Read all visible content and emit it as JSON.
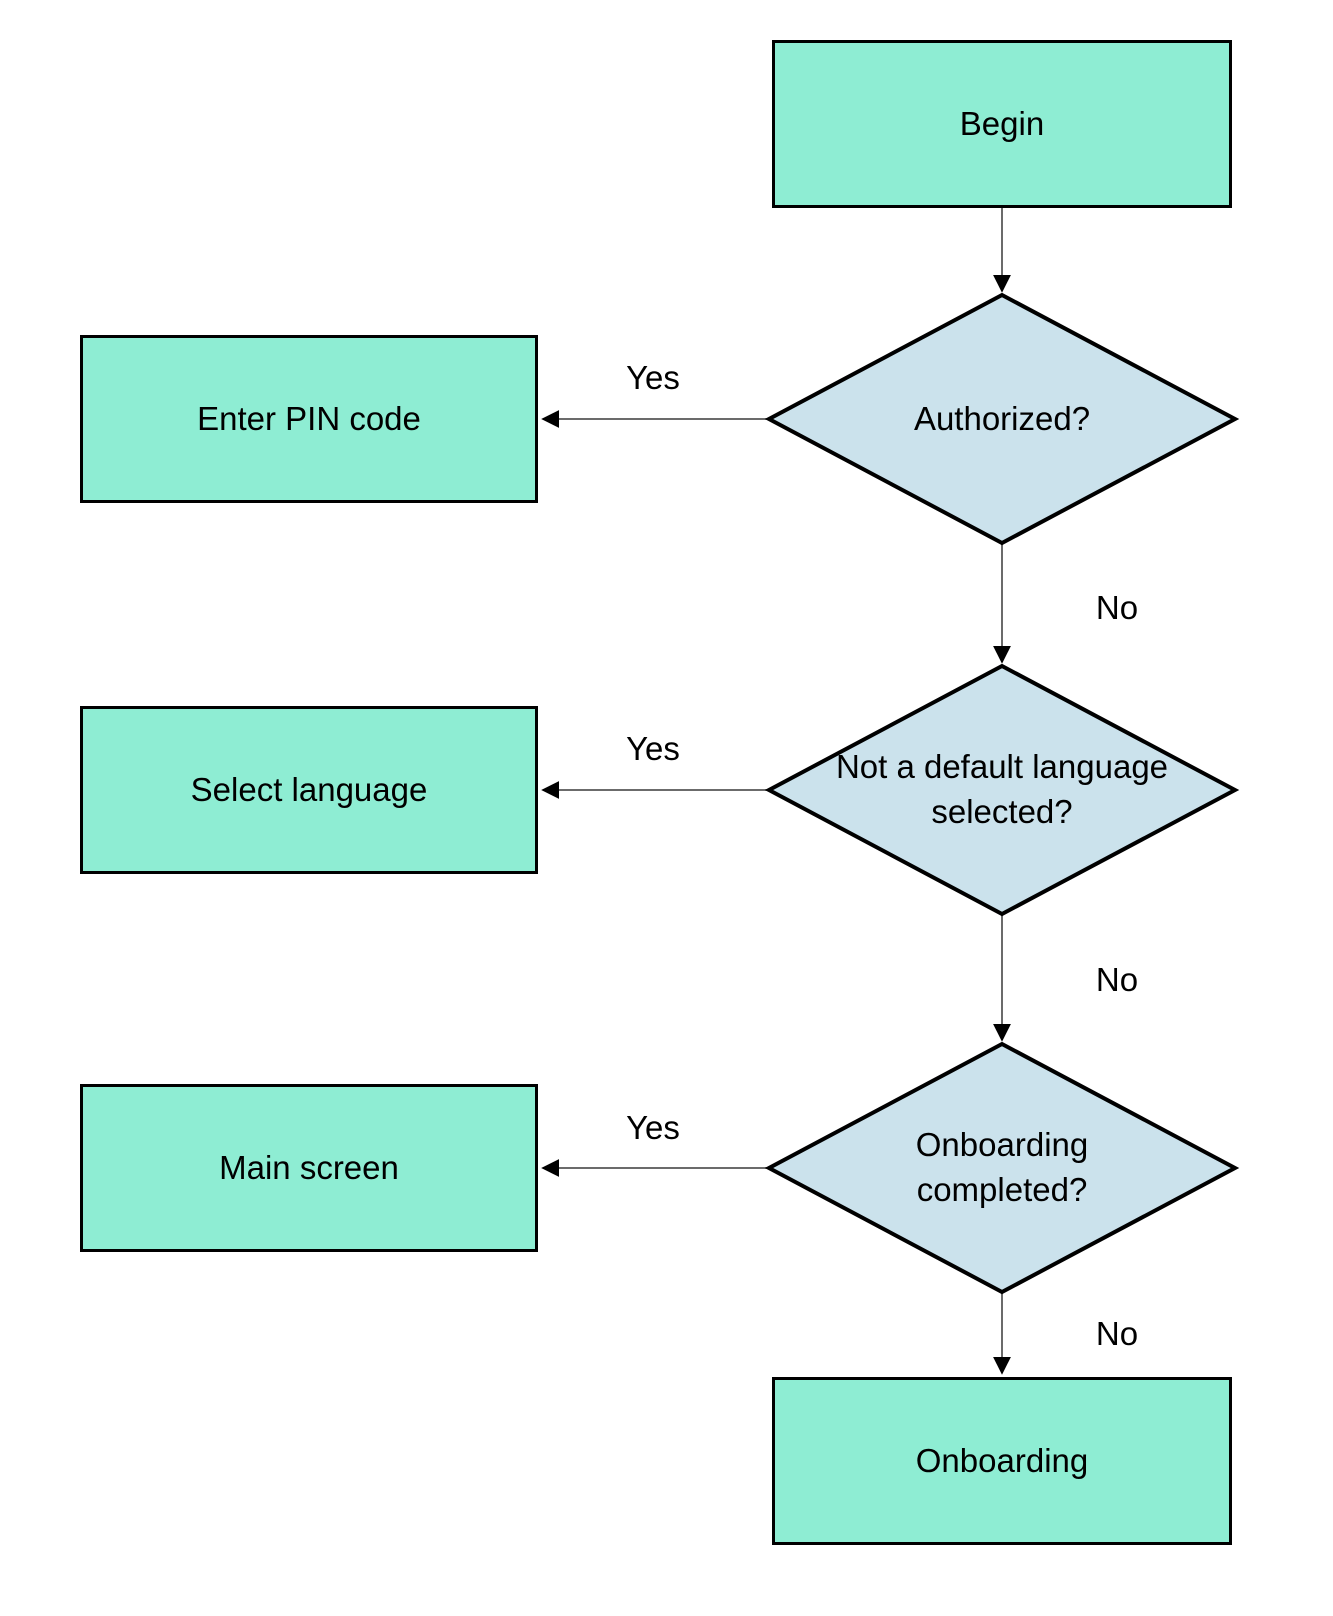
{
  "diagram": {
    "type": "flowchart",
    "colors": {
      "process_fill": "#8EEDD3",
      "decision_fill": "#CBE2EC",
      "shape_border": "#000000",
      "connector": "#6b6b6b",
      "text": "#000000",
      "background": "#ffffff"
    },
    "nodes": {
      "begin": {
        "label": "Begin",
        "type": "process"
      },
      "authorized": {
        "label": "Authorized?",
        "type": "decision"
      },
      "enter_pin": {
        "label": "Enter PIN code",
        "type": "process"
      },
      "language_check": {
        "label": "Not a default language\nselected?",
        "type": "decision"
      },
      "select_language": {
        "label": "Select language",
        "type": "process"
      },
      "onboarding_check": {
        "label": "Onboarding\ncompleted?",
        "type": "decision"
      },
      "main_screen": {
        "label": "Main screen",
        "type": "process"
      },
      "onboarding": {
        "label": "Onboarding",
        "type": "process"
      }
    },
    "edges": {
      "begin_to_authorized": {
        "label": ""
      },
      "authorized_yes": {
        "label": "Yes",
        "from": "authorized",
        "to": "enter_pin"
      },
      "authorized_no": {
        "label": "No",
        "from": "authorized",
        "to": "language_check"
      },
      "language_yes": {
        "label": "Yes",
        "from": "language_check",
        "to": "select_language"
      },
      "language_no": {
        "label": "No",
        "from": "language_check",
        "to": "onboarding_check"
      },
      "onboarding_yes": {
        "label": "Yes",
        "from": "onboarding_check",
        "to": "main_screen"
      },
      "onboarding_no": {
        "label": "No",
        "from": "onboarding_check",
        "to": "onboarding"
      }
    }
  }
}
